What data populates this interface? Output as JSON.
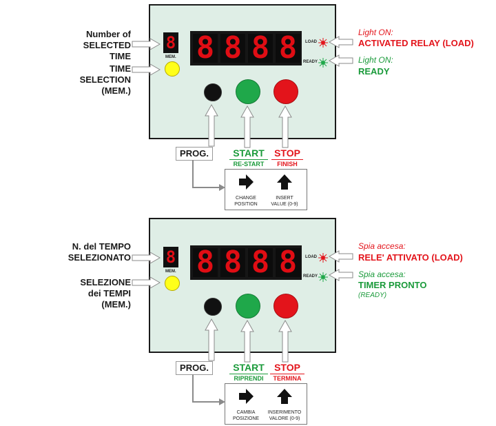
{
  "panel_en": {
    "labels": {
      "number_selected_line1": "Number of",
      "number_selected_line2": "SELECTED TIME",
      "time_selection_line1": "TIME",
      "time_selection_line2": "SELECTION",
      "time_selection_line3": "(MEM.)"
    },
    "mini_digit": "8",
    "mem_caption": "MEM.",
    "display_digits": [
      "8",
      "8",
      "8",
      "8"
    ],
    "load_led_caption": "LOAD",
    "ready_led_caption": "READY",
    "load_note_italic": "Light ON:",
    "load_note_bold": "ACTIVATED RELAY  (LOAD)",
    "ready_note_italic": "Light ON:",
    "ready_note_bold": "READY",
    "prog_label": "PROG.",
    "start_label": "START",
    "start_sub": "RE-START",
    "stop_label": "STOP",
    "stop_sub": "FINISH",
    "key_right_line1": "CHANGE",
    "key_right_line2": "POSITION",
    "key_up_line1": "INSERT",
    "key_up_line2": "VALUE (0-9)"
  },
  "panel_it": {
    "labels": {
      "number_selected_line1": "N. del TEMPO",
      "number_selected_line2": "SELEZIONATO",
      "time_selection_line1": "SELEZIONE",
      "time_selection_line2": "dei TEMPI",
      "time_selection_line3": "(MEM.)"
    },
    "mini_digit": "8",
    "mem_caption": "MEM.",
    "display_digits": [
      "8",
      "8",
      "8",
      "8"
    ],
    "load_led_caption": "LOAD",
    "ready_led_caption": "READY",
    "load_note_italic": "Spia accesa:",
    "load_note_bold": "RELE' ATTIVATO  (LOAD)",
    "ready_note_italic": "Spia accesa:",
    "ready_note_bold": "TIMER PRONTO",
    "ready_note_extra": "(READY)",
    "prog_label": "PROG.",
    "start_label": "START",
    "start_sub": "RIPRENDI",
    "stop_label": "STOP",
    "stop_sub": "TERMINA",
    "key_right_line1": "CAMBIA",
    "key_right_line2": "POSIZIONE",
    "key_up_line1": "INSERIMENTO",
    "key_up_line2": "VALORE (0-9)"
  },
  "colors": {
    "panel_bg": "#dfeee6",
    "digit_red": "#e00d14",
    "mem_yellow": "#ffff1a",
    "prog_black": "#111111",
    "start_green": "#1fa84a",
    "stop_red": "#e3141b",
    "arrow_gray": "#8a8a8a"
  }
}
